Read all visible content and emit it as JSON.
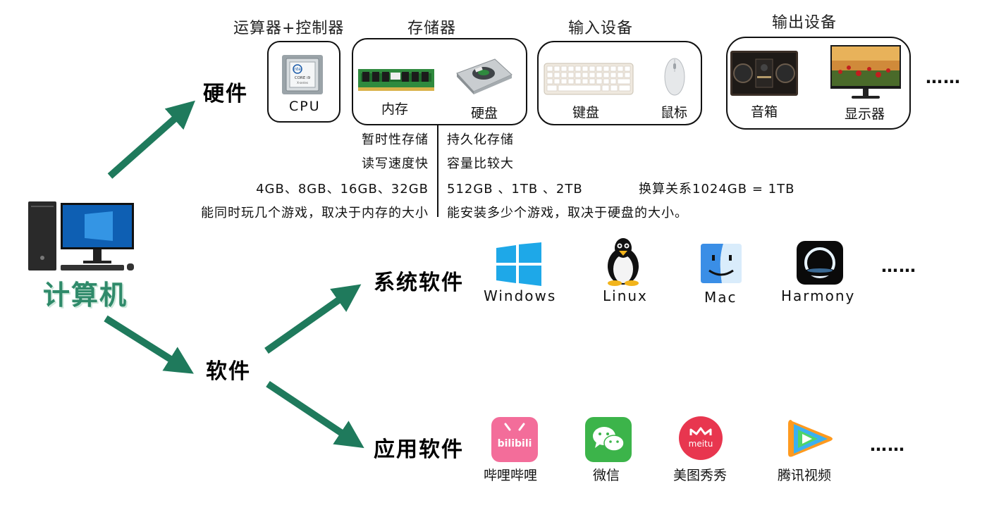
{
  "computer": {
    "label": "计算机"
  },
  "hardware": {
    "label": "硬件",
    "groups": {
      "cpu_header": "运算器+控制器",
      "storage_header": "存储器",
      "input_header": "输入设备",
      "output_header": "输出设备"
    },
    "items": {
      "cpu": "CPU",
      "memory": "内存",
      "disk": "硬盘",
      "keyboard": "键盘",
      "mouse": "鼠标",
      "speaker": "音箱",
      "monitor": "显示器"
    },
    "more": "……",
    "memory_notes": [
      "暂时性存储",
      "读写速度快",
      "4GB、8GB、16GB、32GB",
      "能同时玩几个游戏，取决于内存的大小"
    ],
    "disk_notes": [
      "持久化存储",
      "容量比较大",
      "512GB 、1TB 、2TB",
      "能安装多少个游戏，取决于硬盘的大小。"
    ],
    "conversion": "换算关系1024GB = 1TB"
  },
  "software": {
    "label": "软件",
    "system": {
      "label": "系统软件",
      "items": [
        "Windows",
        "Linux",
        "Mac",
        "Harmony"
      ],
      "more": "……"
    },
    "application": {
      "label": "应用软件",
      "items": [
        "哔哩哔哩",
        "微信",
        "美图秀秀",
        "腾讯视频"
      ],
      "more": "……",
      "logo_texts": {
        "bilibili": "bilibili",
        "meitu": "meitu"
      }
    }
  },
  "colors": {
    "arrow": "#1f7a5c",
    "computer_label": "#2f8a6a",
    "bilibili": "#f36d9a",
    "wechat": "#3cb44a",
    "meitu": "#e8364f",
    "windows": "#1ea8e8"
  }
}
